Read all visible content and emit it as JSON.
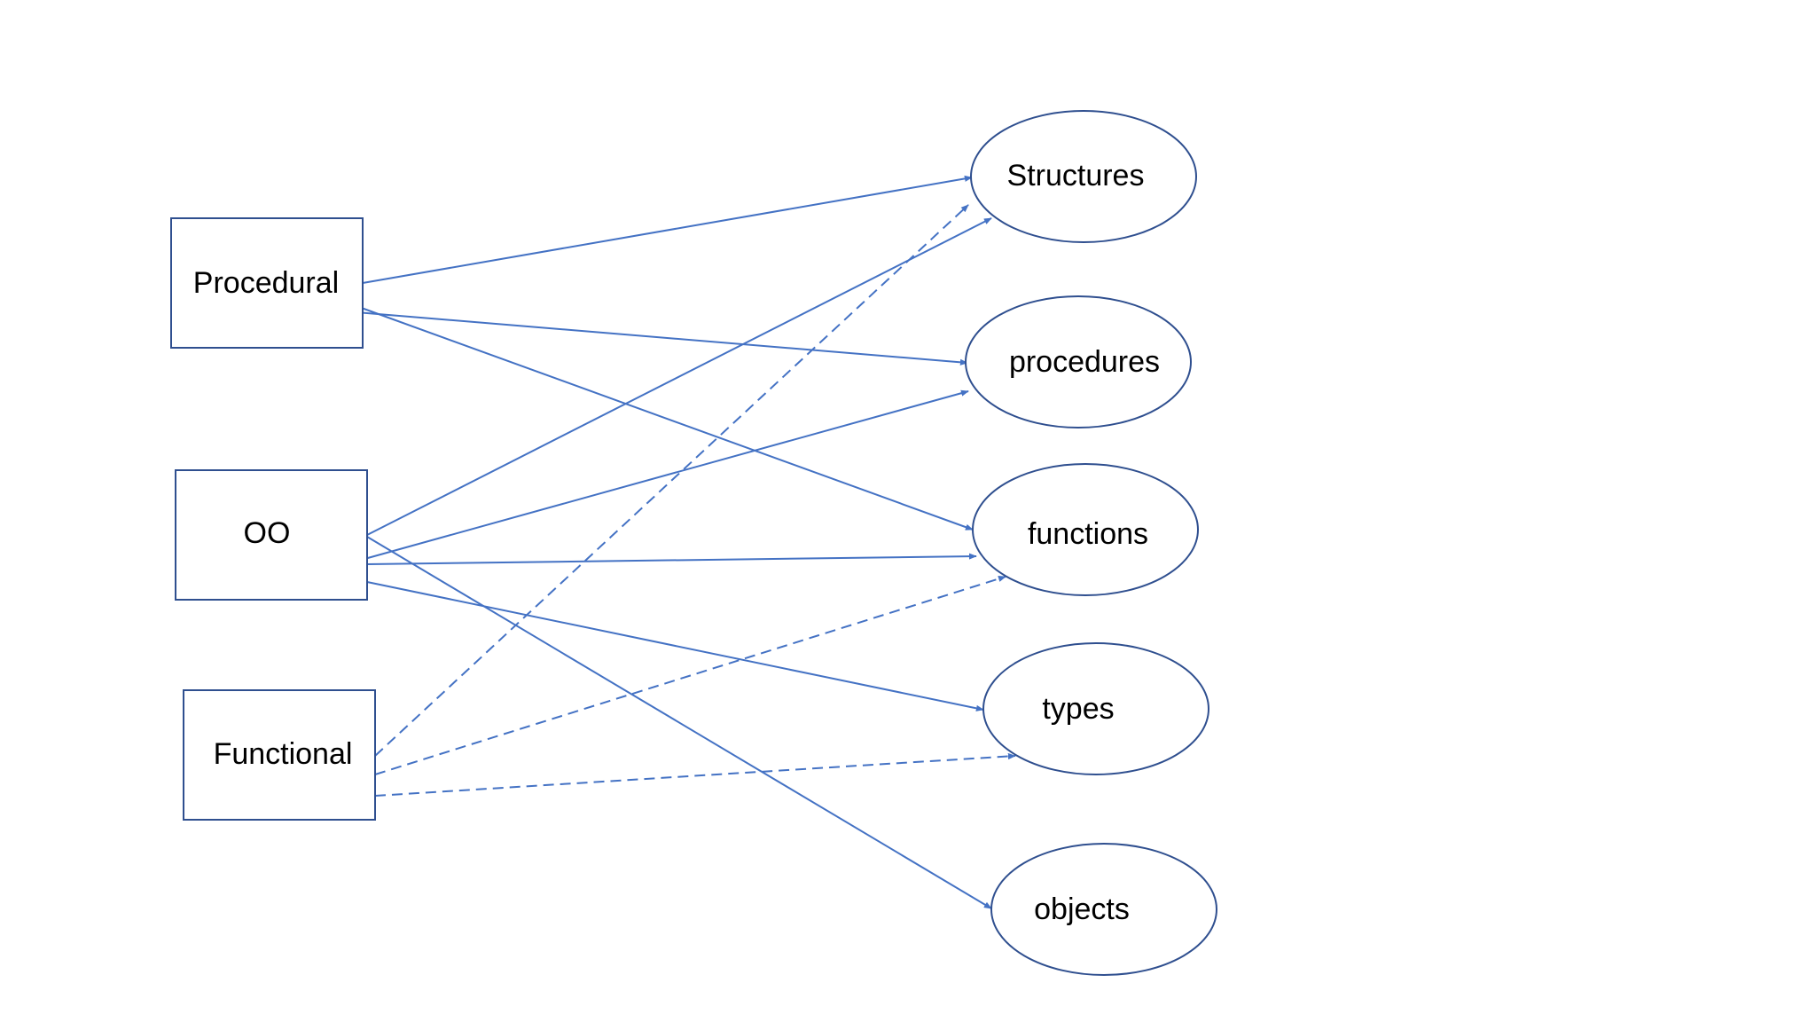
{
  "diagram": {
    "colors": {
      "line": "#4472c4",
      "node_border": "#2f4f8f"
    },
    "sources": [
      {
        "id": "procedural",
        "label": "Procedural"
      },
      {
        "id": "oo",
        "label": "OO"
      },
      {
        "id": "functional",
        "label": "Functional"
      }
    ],
    "targets": [
      {
        "id": "structures",
        "label": "Structures"
      },
      {
        "id": "procedures",
        "label": "procedures"
      },
      {
        "id": "functions",
        "label": "functions"
      },
      {
        "id": "types",
        "label": "types"
      },
      {
        "id": "objects",
        "label": "objects"
      }
    ],
    "edges": [
      {
        "from": "procedural",
        "to": "structures",
        "style": "solid"
      },
      {
        "from": "procedural",
        "to": "procedures",
        "style": "solid"
      },
      {
        "from": "procedural",
        "to": "functions",
        "style": "solid"
      },
      {
        "from": "oo",
        "to": "structures",
        "style": "solid"
      },
      {
        "from": "oo",
        "to": "procedures",
        "style": "solid"
      },
      {
        "from": "oo",
        "to": "functions",
        "style": "solid"
      },
      {
        "from": "oo",
        "to": "types",
        "style": "solid"
      },
      {
        "from": "oo",
        "to": "objects",
        "style": "solid"
      },
      {
        "from": "functional",
        "to": "structures",
        "style": "dashed"
      },
      {
        "from": "functional",
        "to": "functions",
        "style": "dashed"
      },
      {
        "from": "functional",
        "to": "types",
        "style": "dashed"
      }
    ]
  }
}
